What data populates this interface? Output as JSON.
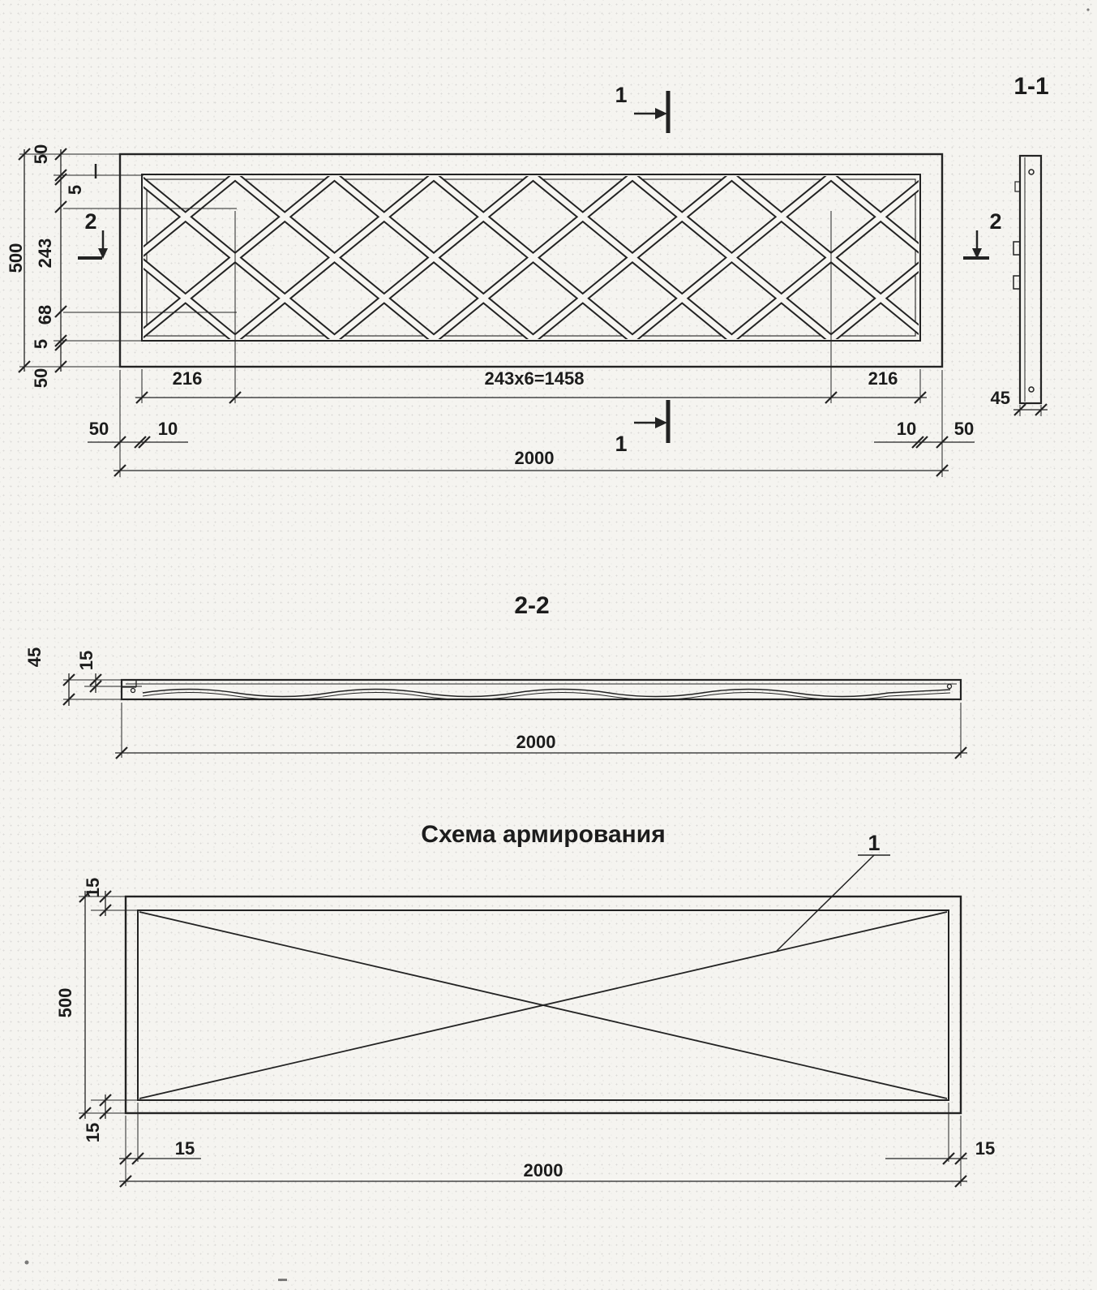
{
  "page": {
    "paper_color": "#f6f5f1",
    "ink": "#232323"
  },
  "plan_view": {
    "section_marker_top": "1",
    "section_marker_bottom": "1",
    "section_marker_left": "2",
    "section_marker_right": "2",
    "dims": {
      "left_50_top": "50",
      "left_5_top": "5",
      "left_243": "243",
      "left_500": "500",
      "left_68": "68",
      "left_5_bottom": "5",
      "left_50_bottom": "50",
      "bottom_216_left": "216",
      "bottom_1458": "243x6=1458",
      "bottom_216_right": "216",
      "bottom_50_left": "50",
      "bottom_10_left": "10",
      "bottom_10_right": "10",
      "bottom_50_right": "50",
      "bottom_2000": "2000"
    }
  },
  "section_1_1": {
    "title": "1-1",
    "dim_45": "45"
  },
  "section_2_2": {
    "title": "2-2",
    "dim_45": "45",
    "dim_15": "15",
    "dim_2000": "2000"
  },
  "reinforcement_scheme": {
    "title": "Схема армирования",
    "item_label": "1",
    "dims": {
      "left_15_top": "15",
      "left_500": "500",
      "left_15_bottom": "15",
      "bottom_15_left": "15",
      "bottom_15_right": "15",
      "bottom_2000": "2000"
    }
  }
}
